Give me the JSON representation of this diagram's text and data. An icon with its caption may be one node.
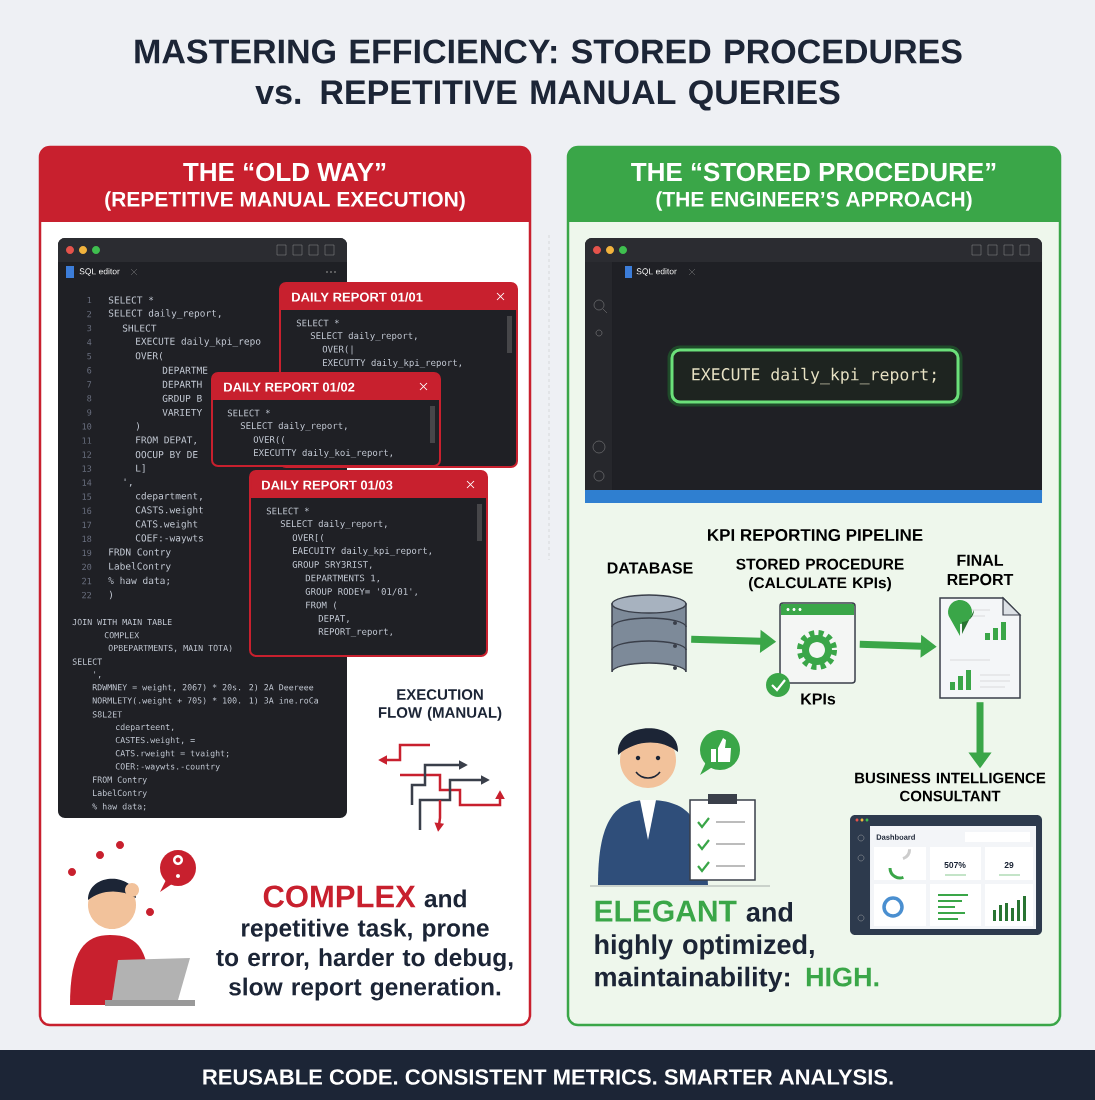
{
  "diagram": {
    "title": "MASTERING EFFICIENCY: STORED PROCEDURES vs. REPETITIVE MANUAL QUERIES",
    "caption": "REUSABLE CODE. CONSISTENT METRICS. SMARTER ANALYSIS.",
    "nodes": [
      {
        "text": [
          "THE “OLD WAY”",
          "(REPETITIVE MANUAL EXECUTION)"
        ]
      },
      {
        "text": [
          "SQL editor",
          "SELECT *",
          "SELECT daily_report,",
          "SHLECT",
          "EXECUTE daily_kpi_repo",
          "OVER(",
          "DEPARTME",
          "DEPARTH",
          "GRDUP B",
          "VARIETY",
          ")",
          "FROM DEPAT,",
          "OOCUP BY DE",
          "L]",
          "',",
          "cdepartment,",
          "CASTS.weight",
          "CATS.weight",
          "COEF:-waywts",
          "FRDN Contry",
          "LabelContry",
          "% haw data;",
          ")",
          "JOIN WITH MAIN TABLE",
          "COMPLEX",
          "OPBEPARTMENTS, MAIN TOTA)",
          "SELECT",
          "',",
          "RDWMNEY = weight, 2067) * 20s. 2) 2A Deereee",
          "NORMLETY(.weight + 705) * 100. 1) 3A ine.roCa",
          "S8L2ET",
          "cdeparteent,",
          "CASTES.weight, =",
          "CATS.rweight = tvaight;",
          "COER:-waywts.-country",
          "FROM Contry",
          "LabelContry",
          "% haw data;"
        ],
        "in": 0
      },
      {
        "text": [
          "DAILY REPORT 01/01",
          "SELECT *",
          "SELECT daily_report,",
          "OVER(|",
          "EXECUTTY daily_kpi_report,"
        ],
        "in": 0
      },
      {
        "text": [
          "DAILY REPORT 01/02",
          "SELECT *",
          "SELECT daily_report,",
          "OVER((",
          "EXECUTTY daily_koi_report,"
        ],
        "in": 0
      },
      {
        "text": [
          "DAILY REPORT 01/03",
          "SELECT *",
          "SELECT daily_report,",
          "OVER[(",
          "EAECUITY daily_kpi_report,",
          "GROUP SRY3RIST,",
          "DEPARTMENTS 1,",
          "GROUP RODEY= '01/01',",
          "FROM (",
          "DEPAT,",
          "REPORT_report,"
        ],
        "in": 0
      },
      {
        "text": [
          "THE “STORED PROCEDURE”",
          "(THE ENGINEER’S APPROACH)"
        ]
      },
      {
        "text": [
          "SQL editor"
        ],
        "in": 5
      },
      {
        "text": [
          "EXECUTE daily_kpi_report;"
        ],
        "in": 6
      },
      {
        "text": [
          "DATABASE"
        ],
        "in": 5
      },
      {
        "text": [
          "STORED PROCEDURE (CALCULATE KPIs)",
          "KPIs"
        ],
        "in": 5
      },
      {
        "text": [
          "FINAL REPORT"
        ],
        "in": 5
      },
      {
        "text": [
          "BUSINESS INTELLIGENCE CONSULTANT",
          "Dashboard",
          "507%",
          "29"
        ],
        "in": 5
      }
    ],
    "edges": [
      {
        "from": 8,
        "to": 9,
        "arrow": "to"
      },
      {
        "from": 9,
        "to": 10,
        "arrow": "to"
      },
      {
        "from": 10,
        "to": 11,
        "arrow": "to"
      }
    ],
    "labels": [
      "1",
      "2",
      "3",
      "4",
      "5",
      "6",
      "7",
      "8",
      "9",
      "10",
      "11",
      "12",
      "13",
      "14",
      "15",
      "16",
      "17",
      "18",
      "19",
      "20",
      "21",
      "22",
      "EXECUTION FLOW (MANUAL)",
      "COMPLEX",
      "and repetitive task, prone to error, harder to debug, slow report generation.",
      "KPI REPORTING PIPELINE",
      "ELEGANT",
      "and highly optimized, maintainability:",
      "HIGH."
    ]
  }
}
